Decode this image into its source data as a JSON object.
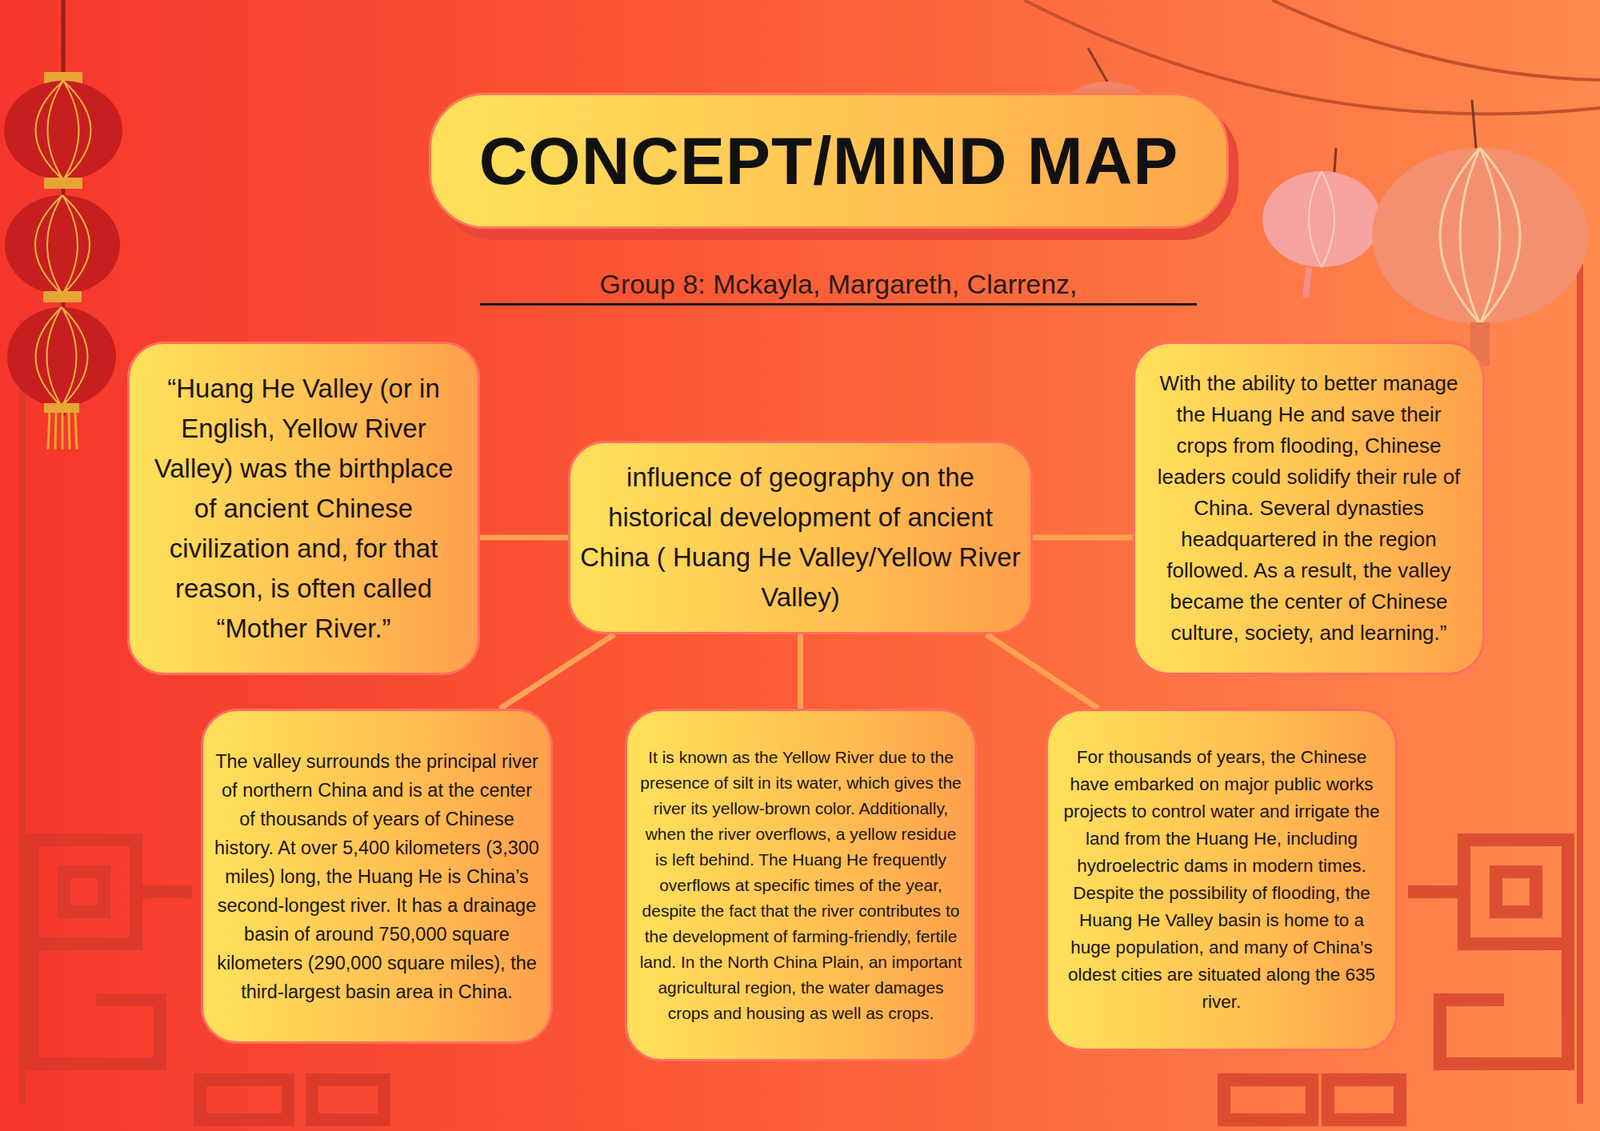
{
  "diagram": {
    "title": "CONCEPT/MIND MAP",
    "nodes": [
      {
        "text": [
          "“Huang He Valley (or in English, Yellow River Valley) was the birthplace of ancient Chinese civilization and, for that reason, is often called “Mother River.”"
        ]
      },
      {
        "text": [
          "influence of geography on the historical development of ancient China ( Huang He Valley/Yellow River Valley)"
        ]
      },
      {
        "text": [
          "With the ability to better manage the Huang He and save their crops from flooding, Chinese leaders could solidify their rule of China. Several dynasties headquartered in the region followed. As a result, the valley became the center of Chinese culture, society, and learning.”"
        ]
      },
      {
        "text": [
          "The valley surrounds the principal river of northern China and is at the center of thousands of years of Chinese history. At over 5,400 kilometers (3,300 miles) long, the Huang He is China’s second-longest river. It has a drainage basin of around 750,000 square kilometers (290,000 square miles), the third-largest basin area in China."
        ]
      },
      {
        "text": [
          "It is known as the Yellow River due to the presence of silt in its water, which gives the river its yellow-brown color. Additionally, when the river overflows, a yellow residue is left behind. The Huang He frequently overflows at specific times of the year, despite the fact that the river contributes to the development of farming-friendly, fertile land. In the North China Plain, an important agricultural region, the water damages crops and housing as well as crops."
        ]
      },
      {
        "text": [
          "For thousands of years, the Chinese have embarked on major public works projects to control water and irrigate the land from the Huang He, including hydroelectric dams in modern times. Despite the possibility of flooding, the Huang He Valley basin is home to a huge population, and many of China’s oldest cities are situated along the 635 river."
        ]
      }
    ],
    "edges": [
      {
        "from": 1,
        "to": 0,
        "arrow": "none"
      },
      {
        "from": 1,
        "to": 2,
        "arrow": "none"
      },
      {
        "from": 1,
        "to": 3,
        "arrow": "none"
      },
      {
        "from": 1,
        "to": 4,
        "arrow": "none"
      },
      {
        "from": 1,
        "to": 5,
        "arrow": "none"
      }
    ],
    "labels": [
      "Group 8: Mckayla, Margareth, Clarrenz,"
    ]
  }
}
